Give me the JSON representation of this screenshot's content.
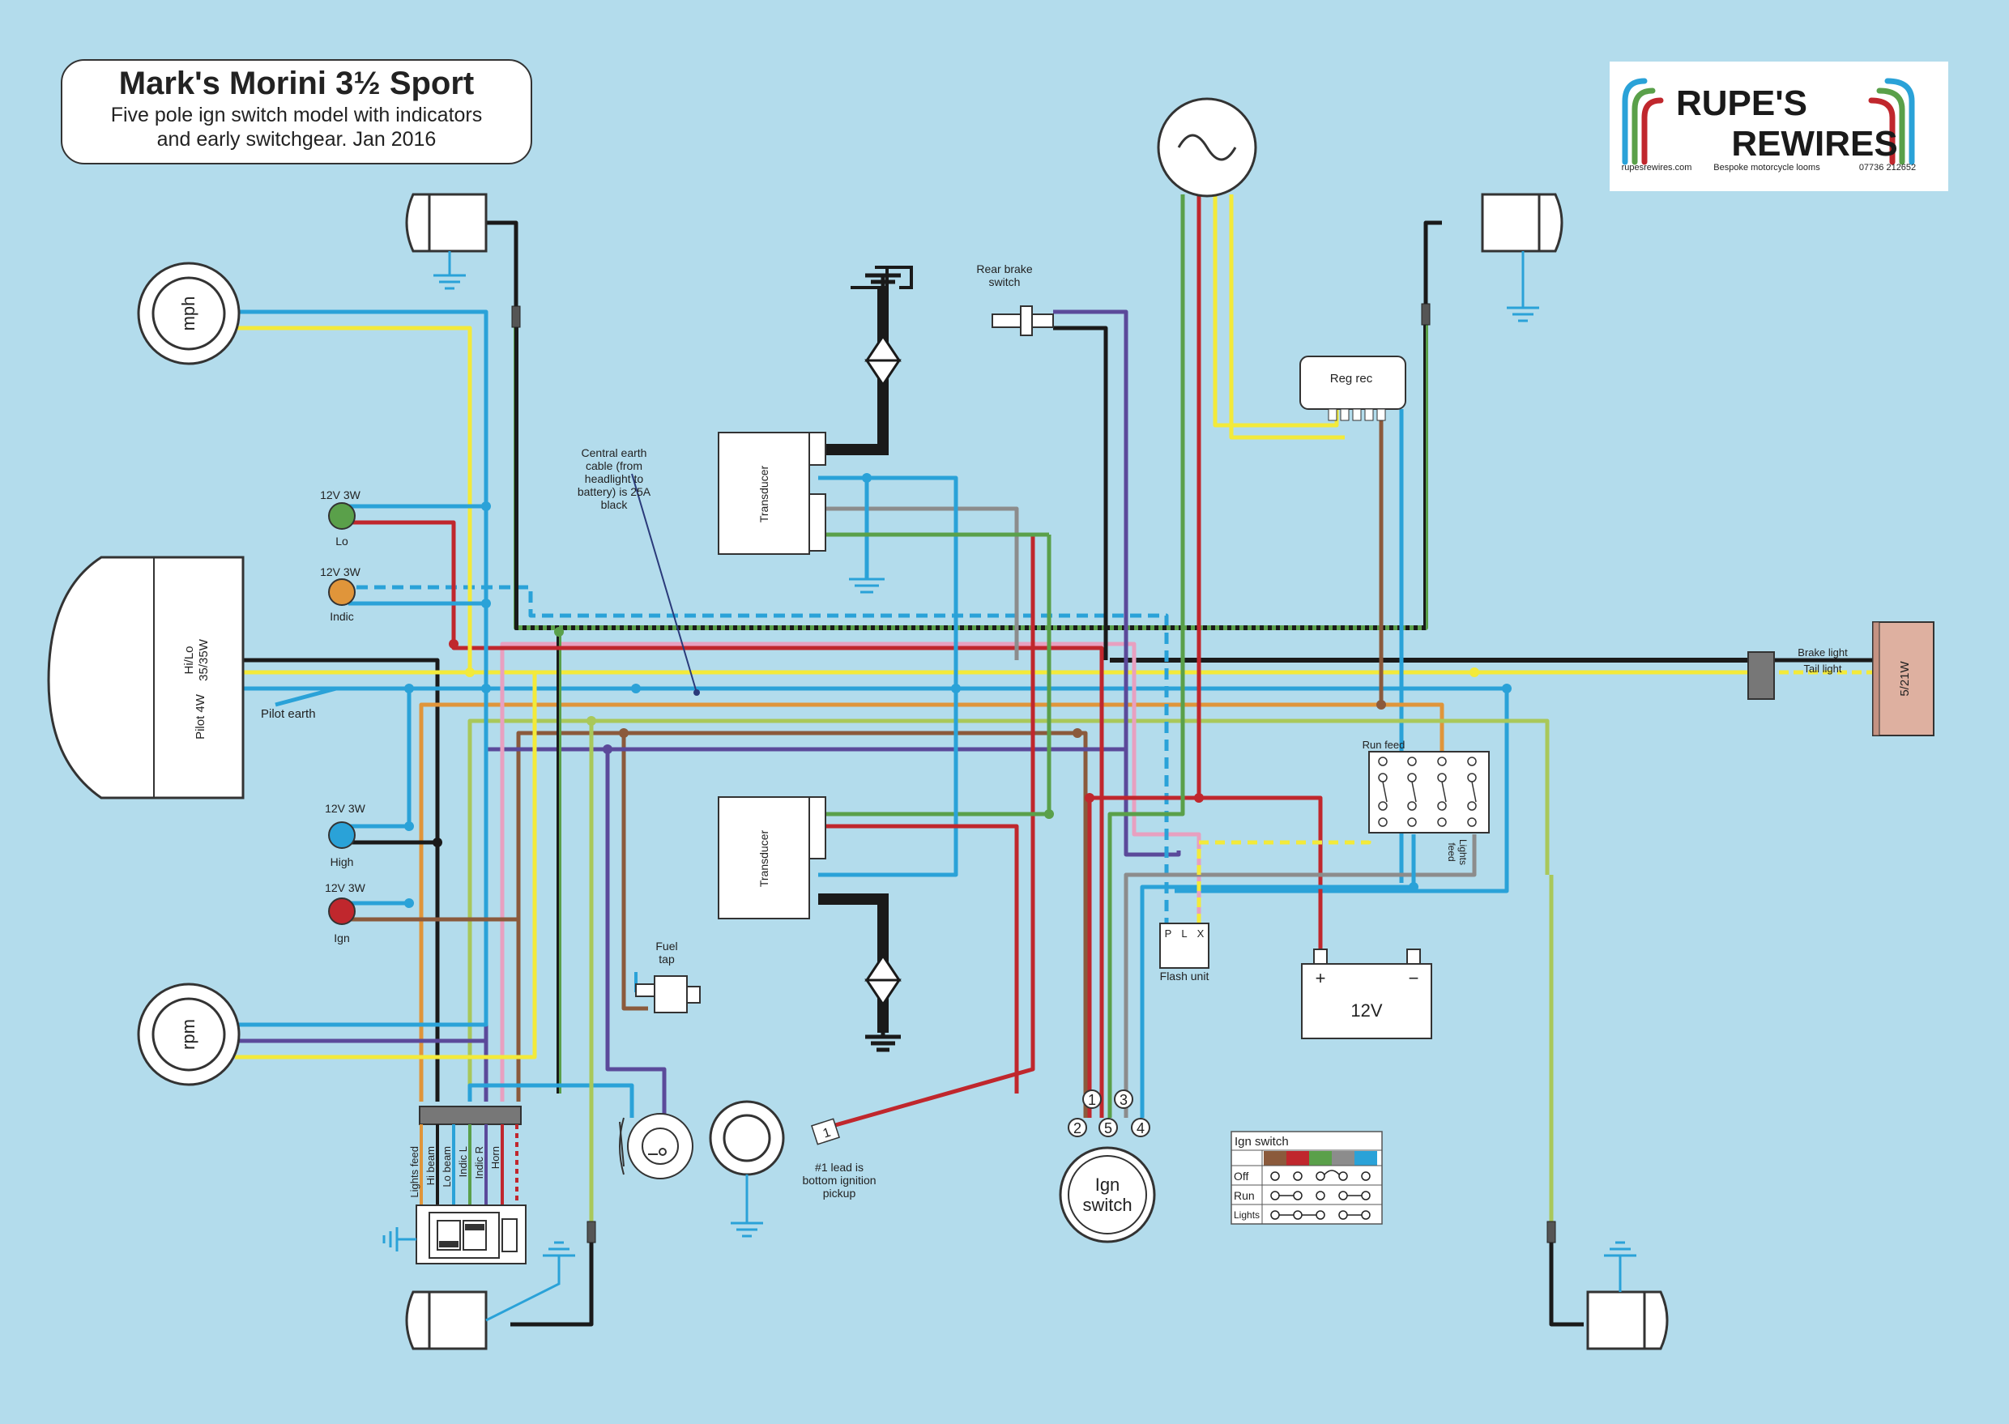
{
  "title": {
    "main": "Mark's Morini 3½ Sport",
    "line1": "Five pole ign switch model with indicators",
    "line2": "and early switchgear. Jan 2016"
  },
  "logo": {
    "brand1": "RUPE'S",
    "brand2": "REWIRES",
    "website": "rupesrewires.com",
    "tagline": "Bespoke motorcycle looms",
    "phone": "07736 212652"
  },
  "labels": {
    "mph": "mph",
    "rpm": "rpm",
    "headlight_hilo": "Hi/Lo",
    "headlight_watt": "35/35W",
    "pilot": "Pilot 4W",
    "pilot_earth": "Pilot earth",
    "warn_watt": "12V 3W",
    "lo": "Lo",
    "indic": "Indic",
    "high": "High",
    "ign": "Ign",
    "transducer": "Transducer",
    "reg_rec": "Reg rec",
    "rear_brake_1": "Rear brake",
    "rear_brake_2": "switch",
    "central_earth_1": "Central earth",
    "central_earth_2": "cable (from",
    "central_earth_3": "headlight to",
    "central_earth_4": "battery) is 25A",
    "central_earth_5": "black",
    "fuel_1": "Fuel",
    "fuel_2": "tap",
    "flash_unit": "Flash unit",
    "flash_p": "P",
    "flash_l": "L",
    "flash_x": "X",
    "battery_v": "12V",
    "battery_pos": "+",
    "battery_neg": "−",
    "brake_light": "Brake light",
    "tail_light": "Tail light",
    "tail_watt": "5/21W",
    "run_feed": "Run feed",
    "lights_feed_1": "Lights",
    "lights_feed_2": "feed",
    "ign_switch_1": "Ign",
    "ign_switch_2": "switch",
    "lead_1": "#1 lead is",
    "lead_2": "bottom ignition",
    "lead_3": "pickup",
    "coil_num": "1",
    "switch_lights_feed": "Lights feed",
    "switch_hi_beam": "Hi beam",
    "switch_lo_beam": "Lo beam",
    "switch_indic_l": "Indic L",
    "switch_indic_r": "Indic R",
    "switch_horn": "Horn"
  },
  "ign_terminals": [
    "1",
    "2",
    "3",
    "4",
    "5"
  ],
  "ign_table": {
    "title": "Ign switch",
    "rows": [
      "Off",
      "Run",
      "Lights"
    ],
    "colors": [
      "#8b5a3c",
      "#c0272d",
      "#5aa04a",
      "#8c8c8c",
      "#2aa2d8"
    ]
  },
  "wire_colors": {
    "blue": "#2aa2d8",
    "yellow": "#f3ea3a",
    "red": "#c0272d",
    "black": "#1a1a1a",
    "brown": "#8b5a3c",
    "green": "#5aa04a",
    "grey": "#8c8c8c",
    "purple": "#5b4a9a",
    "pink": "#e8a0c0",
    "orange": "#e0953a",
    "lightgreen": "#a9c85a",
    "white": "#ffffff"
  }
}
